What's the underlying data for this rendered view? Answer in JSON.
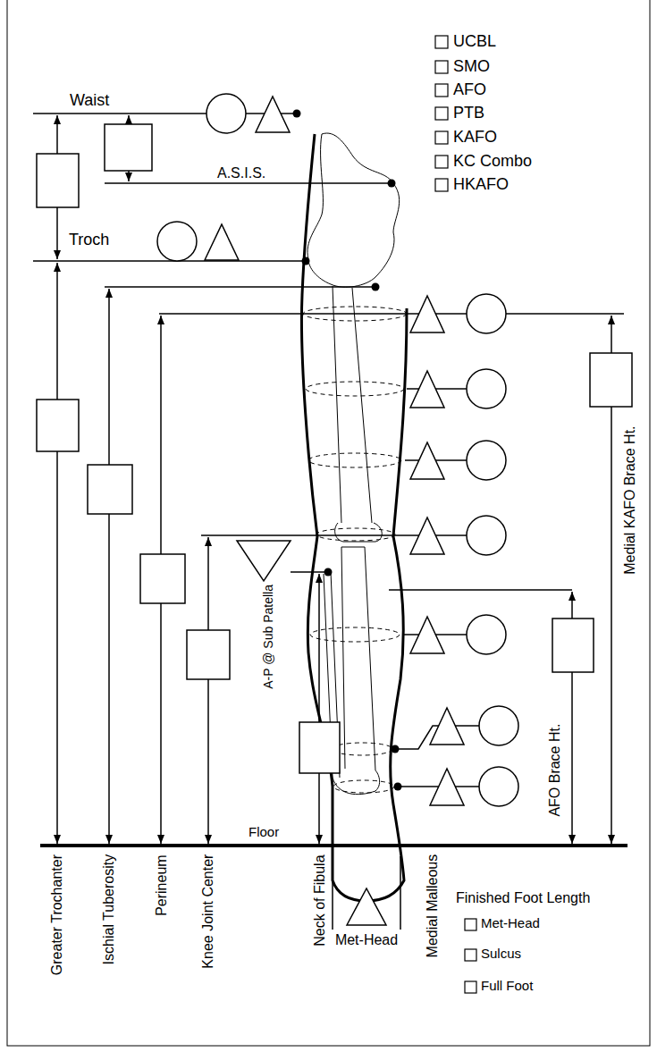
{
  "diagram": {
    "labels": [
      "UCBL",
      "SMO",
      "AFO",
      "PTB",
      "KAFO",
      "KC Combo",
      "HKAFO",
      "Waist",
      "A.S.I.S.",
      "Troch",
      "A-P @ Sub Patella",
      "Medial KAFO Brace Ht.",
      "AFO Brace Ht.",
      "Floor",
      "Greater Trochanter",
      "Ischial Tuberosity",
      "Perineum",
      "Knee Joint Center",
      "Neck of Fibula",
      "Met-Head",
      "Medial Malleous",
      "Finished Foot Length",
      "Met-Head",
      "Sulcus",
      "Full Foot"
    ]
  }
}
